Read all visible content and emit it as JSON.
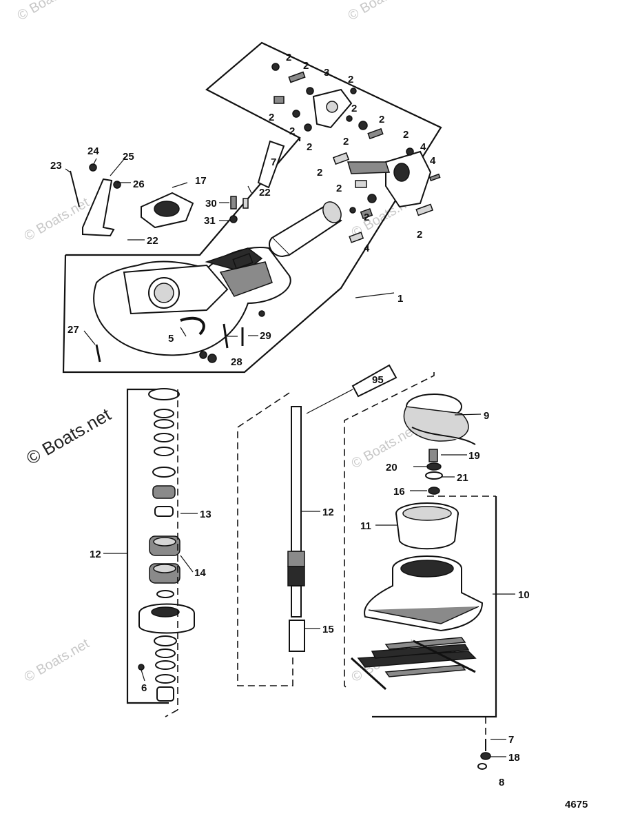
{
  "diagram_number": "4675",
  "watermark": "© Boats.net",
  "callouts": {
    "c1": "1",
    "c2": "2",
    "c3": "3",
    "c4": "4",
    "c5": "5",
    "c6": "6",
    "c7": "7",
    "c8": "8",
    "c9": "9",
    "c10": "10",
    "c11": "11",
    "c12": "12",
    "c13": "13",
    "c14": "14",
    "c15": "15",
    "c16": "16",
    "c17": "17",
    "c18": "18",
    "c19": "19",
    "c20": "20",
    "c21": "21",
    "c22": "22",
    "c23": "23",
    "c24": "24",
    "c25": "25",
    "c26": "26",
    "c27": "27",
    "c28": "28",
    "c29": "29",
    "c30": "30",
    "c31": "31"
  },
  "tube_labels": {
    "t7": "7",
    "t95": "95"
  }
}
